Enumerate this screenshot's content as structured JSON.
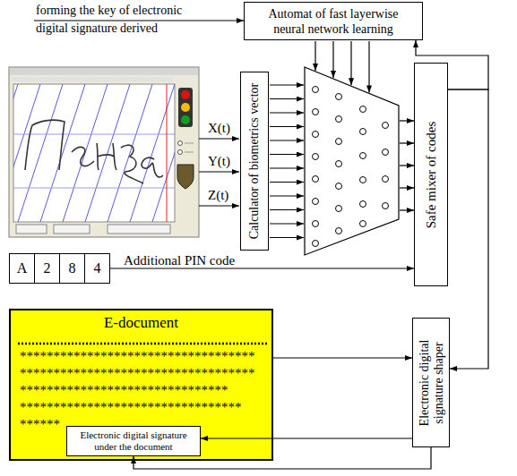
{
  "diagram": {
    "nodes": [
      {
        "text": [
          "Automat of fast layerwise neural network learning"
        ]
      },
      {
        "text": [
          "Calculator of biometrics vector"
        ]
      },
      {
        "text": [
          "Safe mixer of codes"
        ]
      },
      {
        "text": [
          "A"
        ]
      },
      {
        "text": [
          "2"
        ]
      },
      {
        "text": [
          "8"
        ]
      },
      {
        "text": [
          "4"
        ]
      },
      {
        "text": [
          "E-document",
          "***********************************",
          "***********************************",
          "*******************************",
          "*********************************",
          "******"
        ]
      },
      {
        "text": [
          "Electronic digital signature under the document"
        ],
        "in": 7
      },
      {
        "text": [
          "Electronic digital signature shaper"
        ]
      }
    ],
    "edges": [
      {
        "from": 2,
        "to": 0,
        "arrow": "to"
      },
      {
        "from": 6,
        "to": 2,
        "arrow": "to",
        "label": "Additional PIN code"
      },
      {
        "from": 7,
        "to": 9,
        "arrow": "to"
      },
      {
        "from": 2,
        "to": 9,
        "arrow": "to"
      },
      {
        "from": 9,
        "to": 8,
        "arrow": "to"
      },
      {
        "from": 9,
        "to": 8,
        "arrow": "to"
      }
    ],
    "labels": [
      "forming the key of electronic digital signature derived",
      "X(t)",
      "Y(t)",
      "Z(t)"
    ]
  }
}
